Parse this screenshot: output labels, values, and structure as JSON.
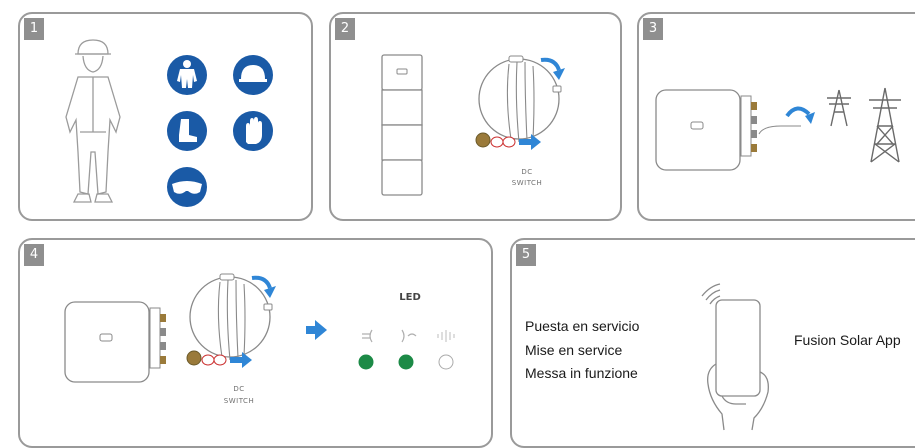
{
  "panels": [
    {
      "step": "1"
    },
    {
      "step": "2",
      "switch_label_1": "DC",
      "switch_label_2": "SWITCH"
    },
    {
      "step": "3"
    },
    {
      "step": "4",
      "switch_label_1": "DC",
      "switch_label_2": "SWITCH",
      "led_title": "LED",
      "leds": [
        {
          "state": "on",
          "color": "#1c8a46"
        },
        {
          "state": "on",
          "color": "#1c8a46"
        },
        {
          "state": "off",
          "color": "#ffffff"
        }
      ]
    },
    {
      "step": "5",
      "commissioning_lines": [
        "Puesta en servicio",
        "Mise en service",
        "Messa in funzione"
      ],
      "app_label": "Fusion Solar App"
    }
  ],
  "ppe_icons": [
    "protective-suit-icon",
    "helmet-icon",
    "safety-boots-icon",
    "gloves-icon",
    "goggles-icon"
  ],
  "colors": {
    "ppe_blue": "#1a5aa6",
    "arrow_blue": "#2f86d6",
    "led_green": "#1c8a46",
    "border": "#9a9a9a"
  }
}
